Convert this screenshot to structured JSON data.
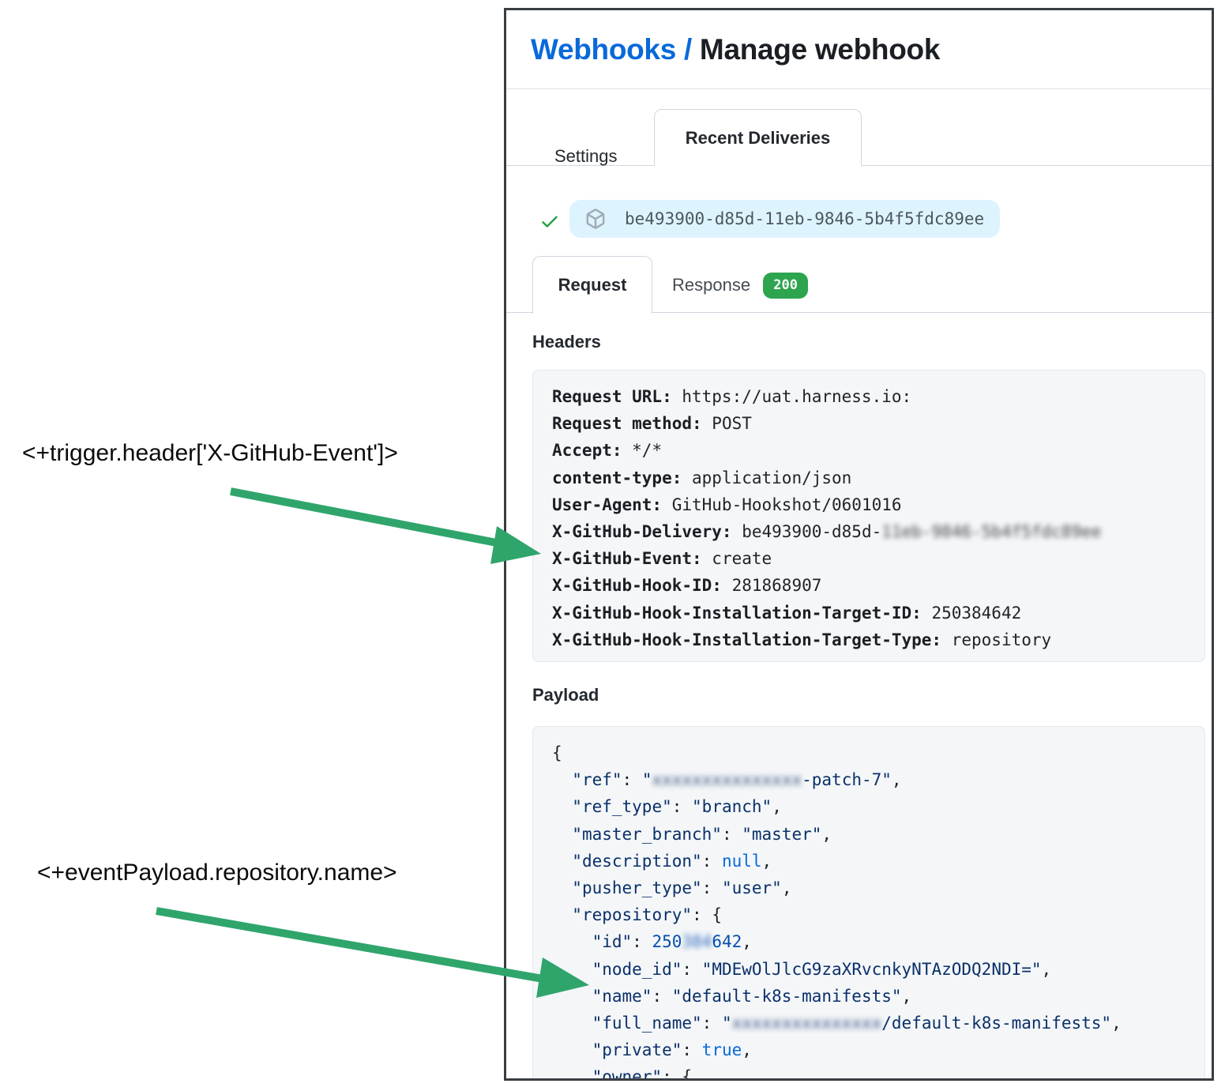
{
  "colors": {
    "accent_blue": "#0969da",
    "arrow_green": "#2fa56c",
    "success_green": "#2da44e",
    "check_green": "#26a148",
    "string_navy": "#0a3069",
    "constant_blue": "#0969da",
    "number_blue": "#0550ae",
    "pill_blue_bg": "#ddf4ff",
    "code_block_bg": "#f4f6f8",
    "text_dark": "#1f2328"
  },
  "annotations": {
    "trigger_header_expression": "<+trigger.header['X-GitHub-Event']>",
    "event_payload_expression": "<+eventPayload.repository.name>"
  },
  "webhook_panel": {
    "breadcrumb": {
      "link": "Webhooks /",
      "current": " Manage webhook"
    },
    "tabs": {
      "settings": "Settings",
      "recent_deliveries": "Recent Deliveries"
    },
    "delivery": {
      "guid": "be493900-d85d-11eb-9846-5b4f5fdc89ee"
    },
    "subtabs": {
      "request": "Request",
      "response": "Response",
      "response_status": "200"
    },
    "headers_section": {
      "title": "Headers",
      "lines": [
        {
          "label": "Request URL:",
          "value": " https://uat.harness.io:"
        },
        {
          "label": "Request method:",
          "value": " POST"
        },
        {
          "label": "Accept:",
          "value": " */*"
        },
        {
          "label": "content-type:",
          "value": " application/json"
        },
        {
          "label": "User-Agent:",
          "value": " GitHub-Hookshot/0601016"
        },
        {
          "label": "X-GitHub-Delivery:",
          "value": " be493900-d85d-",
          "blurred_value": "11eb-9846-5b4f5fdc89ee"
        },
        {
          "label": "X-GitHub-Event:",
          "value": " create"
        },
        {
          "label": "X-GitHub-Hook-ID:",
          "value": " 281868907"
        },
        {
          "label": "X-GitHub-Hook-Installation-Target-ID:",
          "value": " 250384642"
        },
        {
          "label": "X-GitHub-Hook-Installation-Target-Type:",
          "value": " repository"
        }
      ]
    },
    "payload_section": {
      "title": "Payload",
      "token_types": {
        "p": "punctuation",
        "s": "string",
        "sb": "string-blurred",
        "c": "constant",
        "n": "number",
        "nb": "number-blurred",
        "w": "whitespace"
      },
      "lines": [
        [
          [
            "p",
            "{"
          ]
        ],
        [
          [
            "w",
            "  "
          ],
          [
            "s",
            "\"ref\""
          ],
          [
            "p",
            ": "
          ],
          [
            "s",
            "\""
          ],
          [
            "sb",
            "xxxxxxxxxxxxxxx"
          ],
          [
            "s",
            "-patch-7\""
          ],
          [
            "p",
            ","
          ]
        ],
        [
          [
            "w",
            "  "
          ],
          [
            "s",
            "\"ref_type\""
          ],
          [
            "p",
            ": "
          ],
          [
            "s",
            "\"branch\""
          ],
          [
            "p",
            ","
          ]
        ],
        [
          [
            "w",
            "  "
          ],
          [
            "s",
            "\"master_branch\""
          ],
          [
            "p",
            ": "
          ],
          [
            "s",
            "\"master\""
          ],
          [
            "p",
            ","
          ]
        ],
        [
          [
            "w",
            "  "
          ],
          [
            "s",
            "\"description\""
          ],
          [
            "p",
            ": "
          ],
          [
            "c",
            "null"
          ],
          [
            "p",
            ","
          ]
        ],
        [
          [
            "w",
            "  "
          ],
          [
            "s",
            "\"pusher_type\""
          ],
          [
            "p",
            ": "
          ],
          [
            "s",
            "\"user\""
          ],
          [
            "p",
            ","
          ]
        ],
        [
          [
            "w",
            "  "
          ],
          [
            "s",
            "\"repository\""
          ],
          [
            "p",
            ": "
          ],
          [
            "p",
            "{"
          ]
        ],
        [
          [
            "w",
            "    "
          ],
          [
            "s",
            "\"id\""
          ],
          [
            "p",
            ": "
          ],
          [
            "n",
            "250"
          ],
          [
            "nb",
            "384"
          ],
          [
            "n",
            "642"
          ],
          [
            "p",
            ","
          ]
        ],
        [
          [
            "w",
            "    "
          ],
          [
            "s",
            "\"node_id\""
          ],
          [
            "p",
            ": "
          ],
          [
            "s",
            "\"MDEwOlJlcG9zaXRvcnkyNTAzODQ2NDI=\""
          ],
          [
            "p",
            ","
          ]
        ],
        [
          [
            "w",
            "    "
          ],
          [
            "s",
            "\"name\""
          ],
          [
            "p",
            ": "
          ],
          [
            "s",
            "\"default-k8s-manifests\""
          ],
          [
            "p",
            ","
          ]
        ],
        [
          [
            "w",
            "    "
          ],
          [
            "s",
            "\"full_name\""
          ],
          [
            "p",
            ": "
          ],
          [
            "s",
            "\""
          ],
          [
            "sb",
            "xxxxxxxxxxxxxxx"
          ],
          [
            "s",
            "/default-k8s-manifests\""
          ],
          [
            "p",
            ","
          ]
        ],
        [
          [
            "w",
            "    "
          ],
          [
            "s",
            "\"private\""
          ],
          [
            "p",
            ": "
          ],
          [
            "c",
            "true"
          ],
          [
            "p",
            ","
          ]
        ],
        [
          [
            "w",
            "    "
          ],
          [
            "s",
            "\"owner\""
          ],
          [
            "p",
            ": "
          ],
          [
            "p",
            "{"
          ]
        ]
      ]
    }
  }
}
